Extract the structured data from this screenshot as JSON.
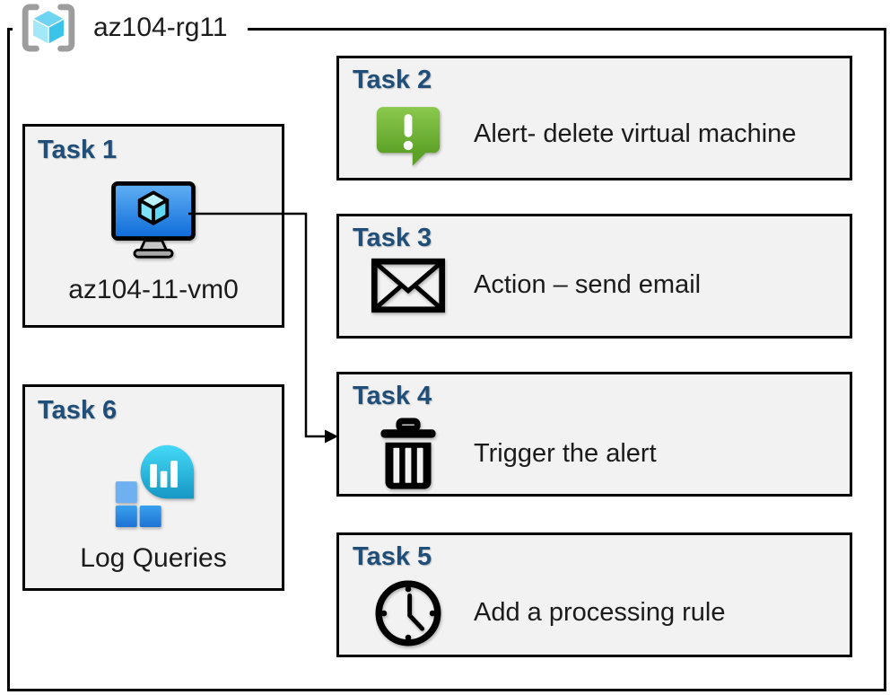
{
  "resource_group": {
    "name": "az104-rg11"
  },
  "tasks": [
    {
      "title": "Task 1",
      "label": "az104-11-vm0",
      "icon": "virtual-machine-icon"
    },
    {
      "title": "Task 2",
      "label": "Alert- delete virtual machine",
      "icon": "alert-icon"
    },
    {
      "title": "Task 3",
      "label": "Action – send email",
      "icon": "email-icon"
    },
    {
      "title": "Task 4",
      "label": "Trigger the alert",
      "icon": "trash-icon"
    },
    {
      "title": "Task 5",
      "label": "Add a processing rule",
      "icon": "clock-icon"
    },
    {
      "title": "Task 6",
      "label": "Log Queries",
      "icon": "log-queries-icon"
    }
  ],
  "connector": {
    "from": "Task 1 virtual machine",
    "to": "Task 4"
  },
  "colors": {
    "task_title": "#1F4E79",
    "box_fill": "#F2F2F2",
    "box_border": "#000000",
    "alert_green": "#6CB33F",
    "vm_screen_blue": "#1B7FE4",
    "log_bubble_teal": "#29B6DF",
    "log_square_blue": "#2F8EE4",
    "rg_bracket_gray": "#9D9D9D",
    "rg_cube_cyan": "#53CBEE"
  }
}
